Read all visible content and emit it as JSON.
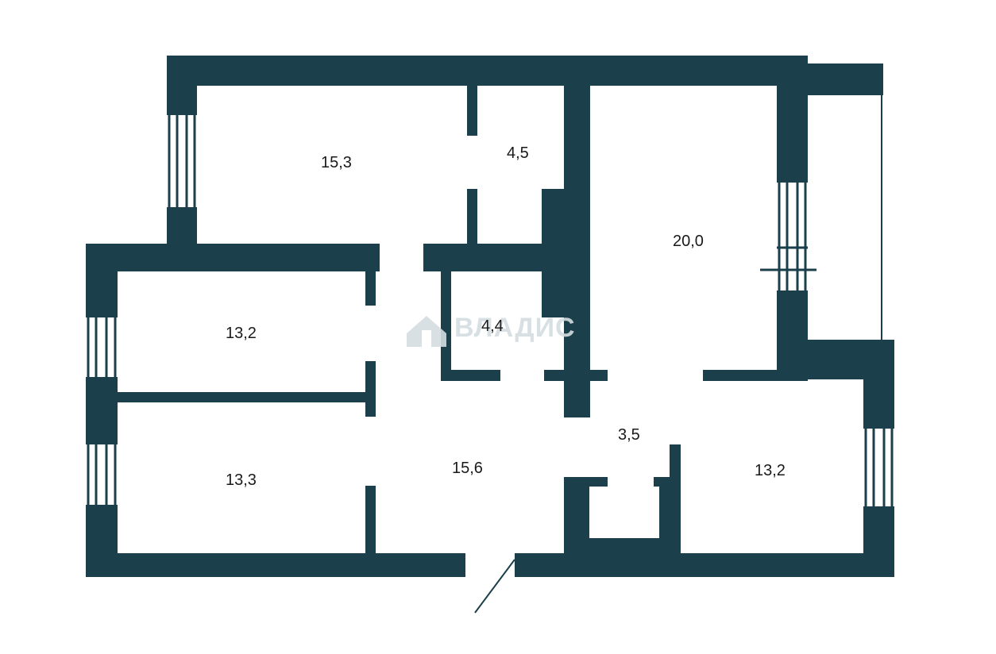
{
  "colors": {
    "wall": "#1b3f4b",
    "watermark": "#d4dde0",
    "background": "#ffffff"
  },
  "watermark": {
    "text": "ВЛАДИС"
  },
  "rooms": [
    {
      "id": "room-top-left",
      "area": "15,3"
    },
    {
      "id": "room-top-small",
      "area": "4,5"
    },
    {
      "id": "room-top-right",
      "area": "20,0"
    },
    {
      "id": "room-bath",
      "area": "4,4"
    },
    {
      "id": "room-left-upper",
      "area": "13,2"
    },
    {
      "id": "room-left-lower",
      "area": "13,3"
    },
    {
      "id": "room-hall",
      "area": "15,6"
    },
    {
      "id": "room-small-center",
      "area": "3,5"
    },
    {
      "id": "room-right-lower",
      "area": "13,2"
    }
  ]
}
